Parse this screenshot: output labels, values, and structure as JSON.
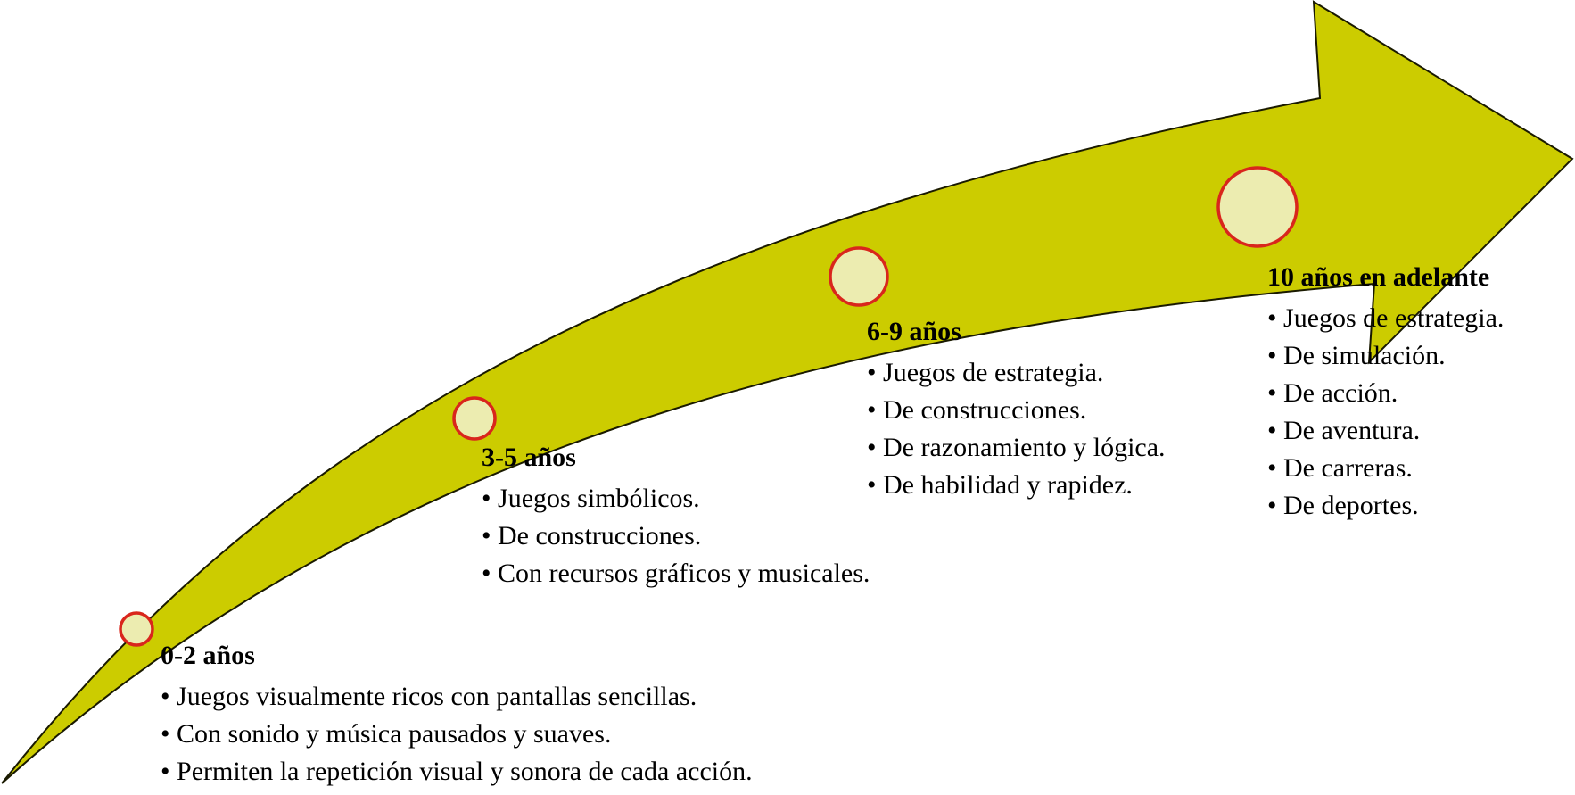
{
  "colors": {
    "arrow_fill": "#cccc00",
    "arrow_stroke": "#1a1a00",
    "marker_fill": "#ececb0",
    "marker_stroke": "#d9261c"
  },
  "bullet": "•",
  "stages": [
    {
      "title": "0-2 años",
      "items": [
        "Juegos visualmente ricos con pantallas sencillas.",
        "Con sonido y música pausados y suaves.",
        "Permiten la repetición visual y sonora de cada acción."
      ]
    },
    {
      "title": "3-5 años",
      "items": [
        "Juegos simbólicos.",
        "De construcciones.",
        "Con recursos gráficos y musicales."
      ]
    },
    {
      "title": "6-9 años",
      "items": [
        "Juegos de estrategia.",
        "De construcciones.",
        "De razonamiento y lógica.",
        "De habilidad y rapidez."
      ]
    },
    {
      "title": "10 años en adelante",
      "items": [
        "Juegos de estrategia.",
        "De simulación.",
        "De acción.",
        "De aventura.",
        "De carreras.",
        "De deportes."
      ]
    }
  ]
}
